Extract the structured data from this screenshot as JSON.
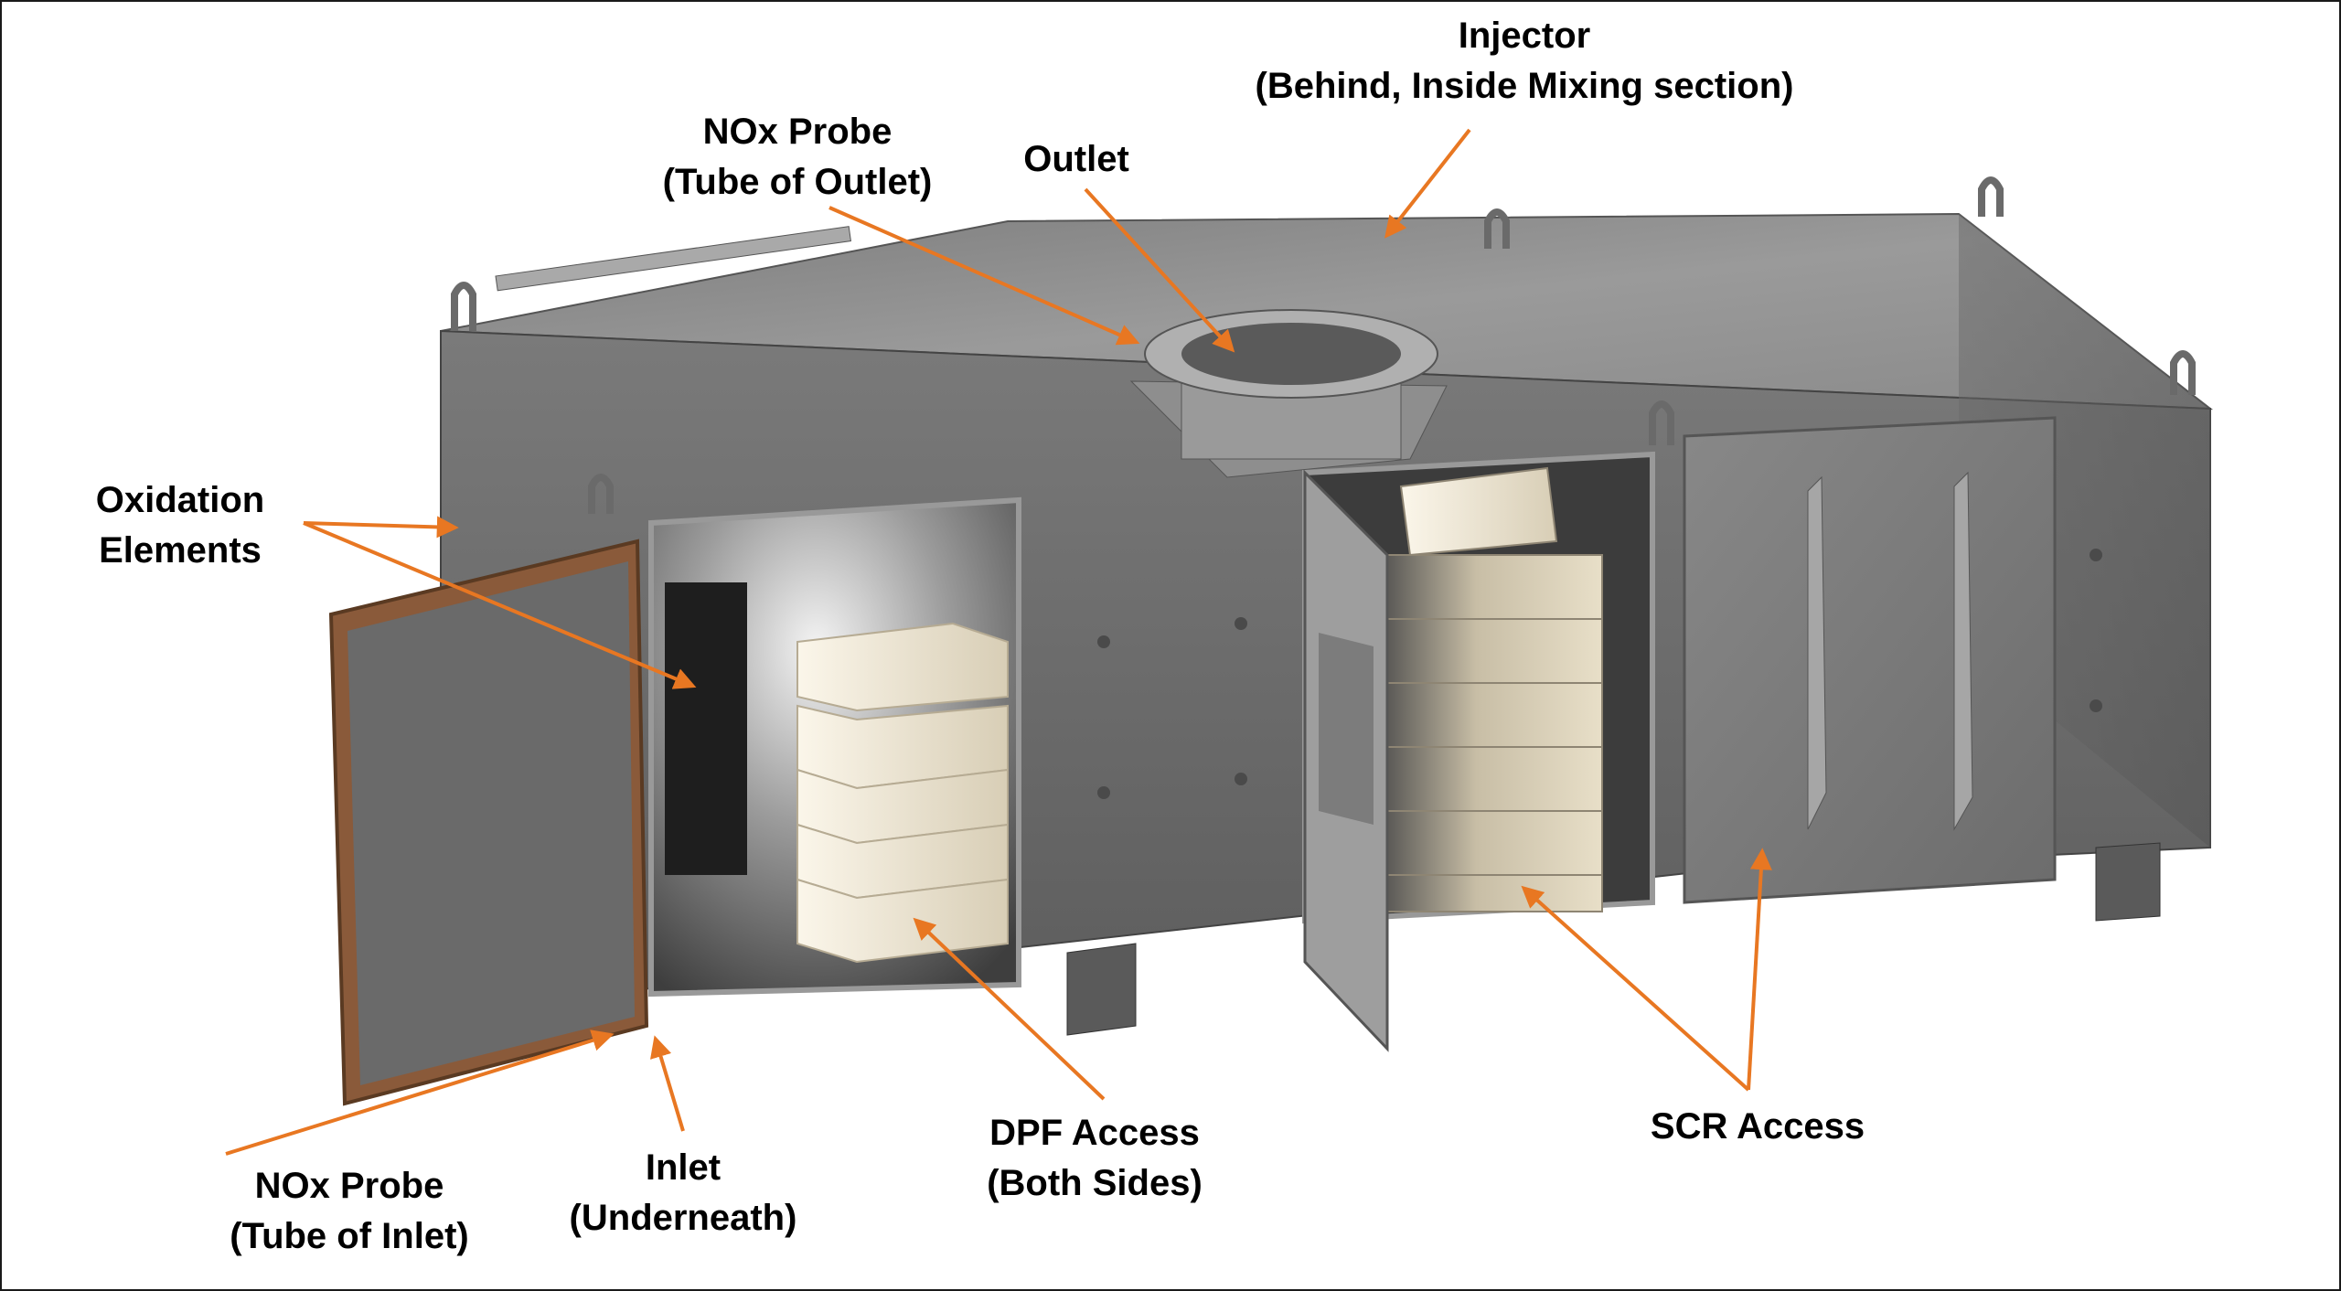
{
  "labels": {
    "injector": {
      "line1": "Injector",
      "line2": "(Behind, Inside Mixing section)"
    },
    "nox_probe_outlet": {
      "line1": "NOx Probe",
      "line2": "(Tube of Outlet)"
    },
    "outlet": {
      "line1": "Outlet"
    },
    "oxidation": {
      "line1": "Oxidation",
      "line2": "Elements"
    },
    "nox_probe_inlet": {
      "line1": "NOx Probe",
      "line2": "(Tube of Inlet)"
    },
    "inlet": {
      "line1": "Inlet",
      "line2": "(Underneath)"
    },
    "dpf": {
      "line1": "DPF Access",
      "line2": "(Both Sides)"
    },
    "scr": {
      "line1": "SCR Access"
    }
  },
  "colors": {
    "arrow": "#e87722",
    "housing_top": "#8d8d8d",
    "housing_side": "#6f6f6f",
    "panel": "#767676",
    "element": "#ece4d0",
    "door_core": "#8a5a3a"
  }
}
